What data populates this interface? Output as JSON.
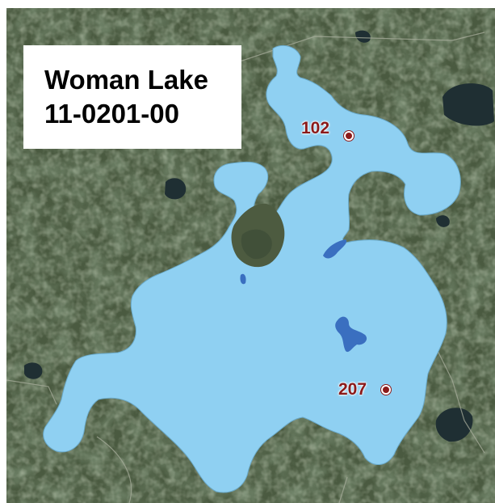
{
  "map": {
    "lake_name": "Woman Lake",
    "lake_id": "11-0201-00",
    "water_color": "#8fd0f2",
    "deep_water_color": "#3a6fc0",
    "land_color": "#4a5a40",
    "sampling_sites": [
      {
        "label": "102"
      },
      {
        "label": "207"
      }
    ]
  }
}
